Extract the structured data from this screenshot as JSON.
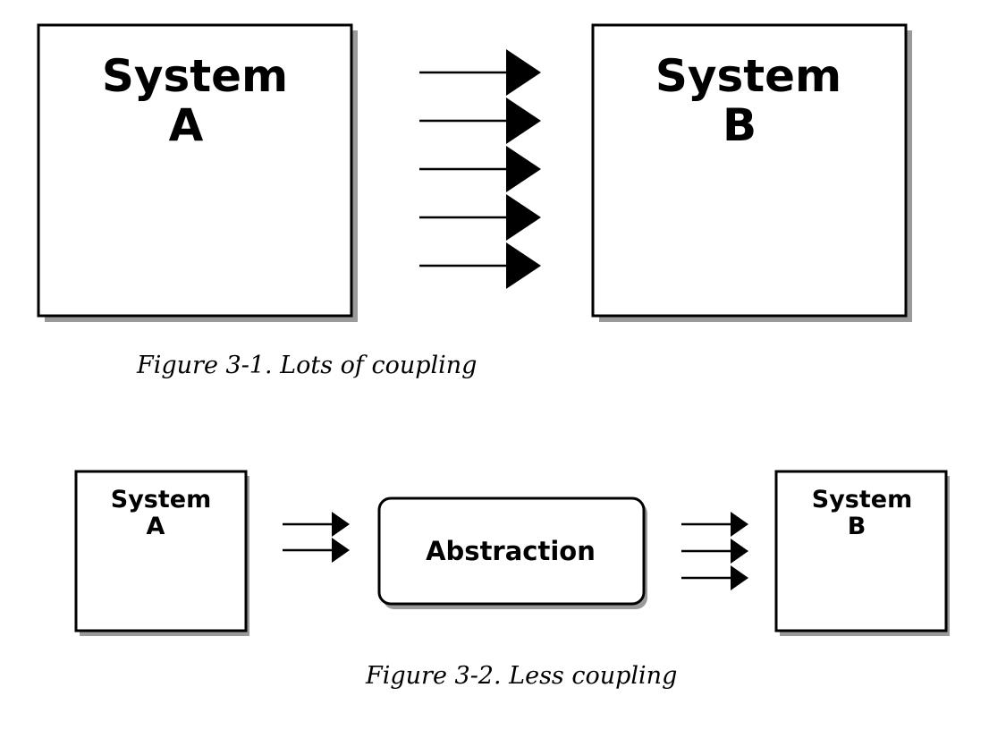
{
  "figure1": {
    "system_a": {
      "line1": "System",
      "line2": "A"
    },
    "system_b": {
      "line1": "System",
      "line2": "B"
    },
    "arrow_count": 5,
    "caption": "Figure 3-1. Lots of coupling"
  },
  "figure2": {
    "system_a": {
      "line1": "System",
      "line2": "A"
    },
    "abstraction": {
      "label": "Abstraction"
    },
    "system_b": {
      "line1": "System",
      "line2": "B"
    },
    "arrows_a_to_abstraction": 2,
    "arrows_abstraction_to_b": 3,
    "caption": "Figure 3-2. Less coupling"
  }
}
